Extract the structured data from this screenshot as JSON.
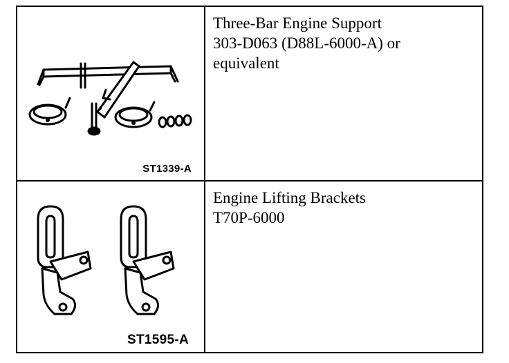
{
  "tools": [
    {
      "illustration_id": "ST1339-A",
      "description_lines": [
        "Three-Bar Engine Support",
        "303-D063 (D88L-6000-A) or",
        "equivalent"
      ]
    },
    {
      "illustration_id": "ST1595-A",
      "description_lines": [
        "Engine Lifting Brackets",
        "T70P-6000"
      ]
    }
  ]
}
